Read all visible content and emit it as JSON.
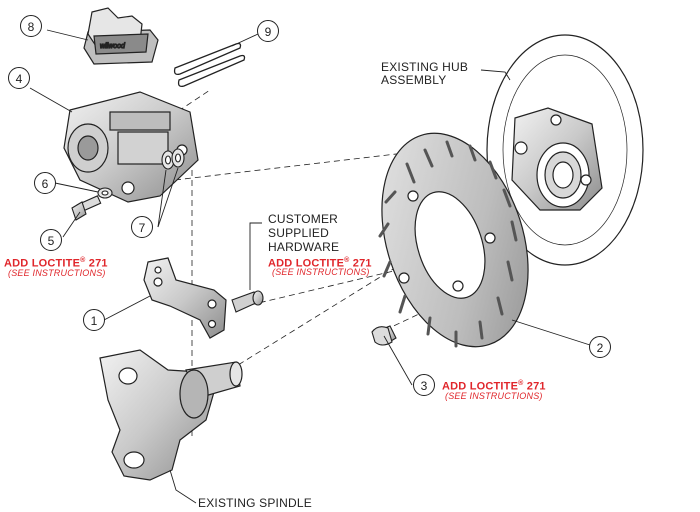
{
  "callouts": [
    "8",
    "9",
    "4",
    "6",
    "5",
    "7",
    "1",
    "2",
    "3"
  ],
  "labels": {
    "hub_line1": "EXISTING HUB",
    "hub_line2": "ASSEMBLY",
    "customer_line1": "CUSTOMER",
    "customer_line2": "SUPPLIED",
    "customer_line3": "HARDWARE",
    "spindle": "EXISTING SPINDLE"
  },
  "loctite": {
    "text": "ADD LOCTITE",
    "mark": "®",
    "number": "271",
    "note": "(SEE INSTRUCTIONS)"
  },
  "brand_on_pad": "wilwood",
  "colors": {
    "accent": "#e0262b",
    "line": "#222222",
    "part_fill": "#d9d9d9",
    "part_dark": "#9a9a9a"
  }
}
